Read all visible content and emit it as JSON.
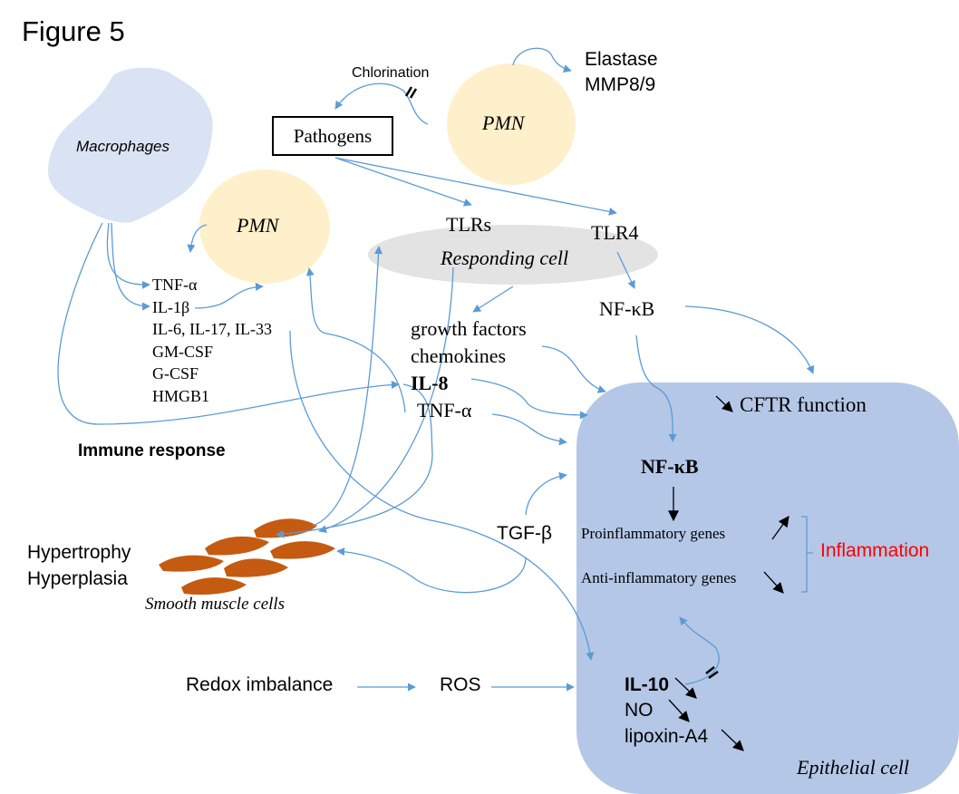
{
  "figure_title": "Figure 5",
  "colors": {
    "arrow": "#5b9bd5",
    "macrophage_fill": "#dae3f3",
    "pmn_fill": "#fff0cc",
    "responding_cell_fill": "#e3e3e3",
    "epithelial_fill": "#b4c7e7",
    "smooth_muscle_fill": "#c55a11",
    "inflammation_text": "#ff0000"
  },
  "cells": {
    "macrophages": "Macrophages",
    "pmn_top": "PMN",
    "pmn_left": "PMN",
    "responding_cell": "Responding cell",
    "epithelial_cell": "Epithelial cell",
    "smooth_muscle_cells": "Smooth muscle cells"
  },
  "pathogens": "Pathogens",
  "chlorination": "Chlorination",
  "pmn_products": [
    "Elastase",
    "MMP8/9"
  ],
  "receptors": {
    "tlrs": "TLRs",
    "tlr4": "TLR4"
  },
  "nfkb_outer": "NF-κB",
  "macrophage_mediators": [
    "TNF-α",
    "IL-1β",
    "IL-6, IL-17, IL-33",
    "GM-CSF",
    "G-CSF",
    "HMGB1"
  ],
  "immune_response": "Immune response",
  "responding_mediators": {
    "growth_factors": "growth factors",
    "chemokines": "chemokines",
    "il8": "IL-8",
    "tnf": "TNF-α"
  },
  "tgf_beta": "TGF-β",
  "smooth_muscle_effects": [
    "Hypertrophy",
    "Hyperplasia"
  ],
  "redox": {
    "source": "Redox imbalance",
    "ros": "ROS"
  },
  "epithelial": {
    "cftr": "CFTR function",
    "nfkb": "NF-κB",
    "proinflammatory": "Proinflammatory genes",
    "antiinflammatory": "Anti-inflammatory genes",
    "inflammation": "Inflammation",
    "il10": "IL-10",
    "no": "NO",
    "lipoxin": "lipoxin-A4"
  }
}
